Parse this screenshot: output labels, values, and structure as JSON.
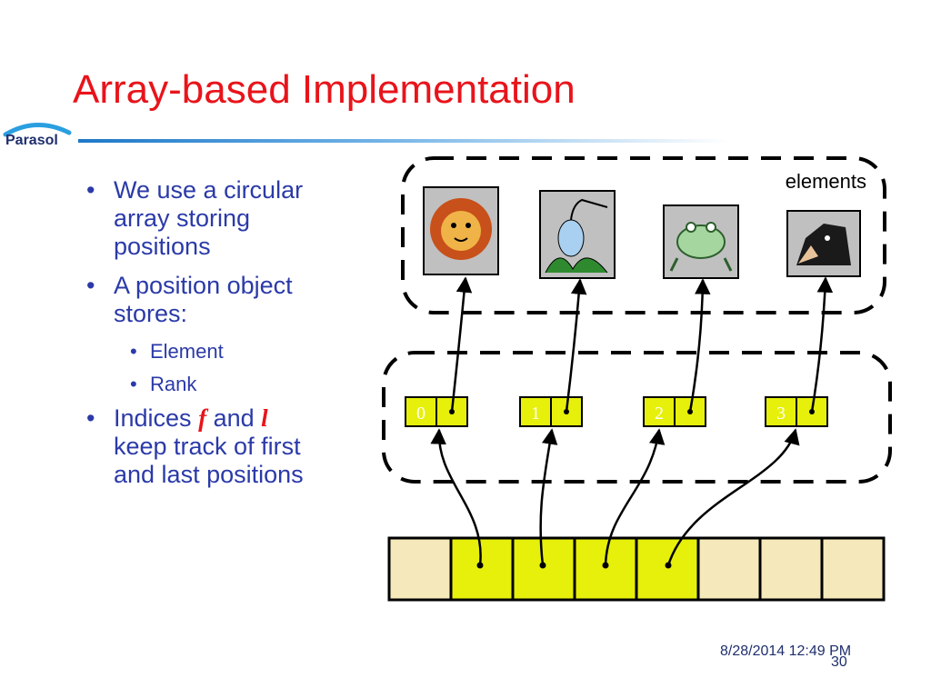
{
  "slide": {
    "title": "Array-based Implementation",
    "logo_text": "Parasol",
    "footer_date": "8/28/2014 12:49 PM",
    "page_number": "30"
  },
  "bullets": [
    {
      "text": "We use a circular array storing positions"
    },
    {
      "text": "A position object stores:",
      "sub": [
        "Element",
        "Rank"
      ]
    },
    {
      "pre": "Indices ",
      "f": "f",
      "mid": " and ",
      "l": "l",
      "post": " keep track of first and last positions"
    }
  ],
  "diagram": {
    "elements_label": "elements",
    "elements": [
      {
        "icon": "lion-icon"
      },
      {
        "icon": "heron-icon"
      },
      {
        "icon": "frog-icon"
      },
      {
        "icon": "horse-icon"
      }
    ],
    "positions": [
      {
        "rank": "0"
      },
      {
        "rank": "1"
      },
      {
        "rank": "2"
      },
      {
        "rank": "3"
      }
    ],
    "array_cells": 8,
    "filled_cells": [
      1,
      2,
      3,
      4
    ],
    "colors": {
      "node_fill": "#e6f00a",
      "empty_cell": "#f5e9bb",
      "rank_text": "#ffffff",
      "title": "#e8141b",
      "bullet_text": "#2b3aa8"
    }
  }
}
